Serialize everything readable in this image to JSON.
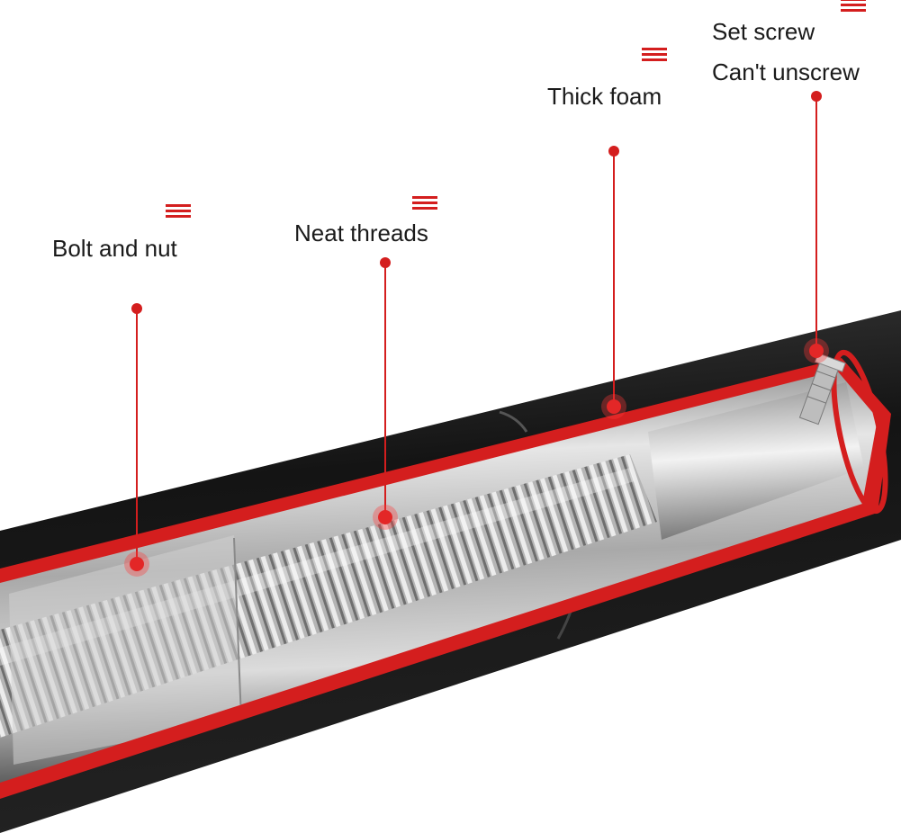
{
  "colors": {
    "accent": "#d41e1e",
    "foam": "#1b1b1b",
    "foam_edge": "#2e2e2e",
    "steel": "#bdbdbd",
    "background": "#ffffff"
  },
  "icons": {
    "label_marker": "hamburger-menu-icon"
  },
  "callouts": [
    {
      "id": "bolt-and-nut",
      "lines": [
        "Bolt and nut"
      ]
    },
    {
      "id": "neat-threads",
      "lines": [
        "Neat threads"
      ]
    },
    {
      "id": "thick-foam",
      "lines": [
        "Thick foam"
      ]
    },
    {
      "id": "set-screw",
      "lines": [
        "Set screw",
        "Can't unscrew"
      ]
    }
  ]
}
